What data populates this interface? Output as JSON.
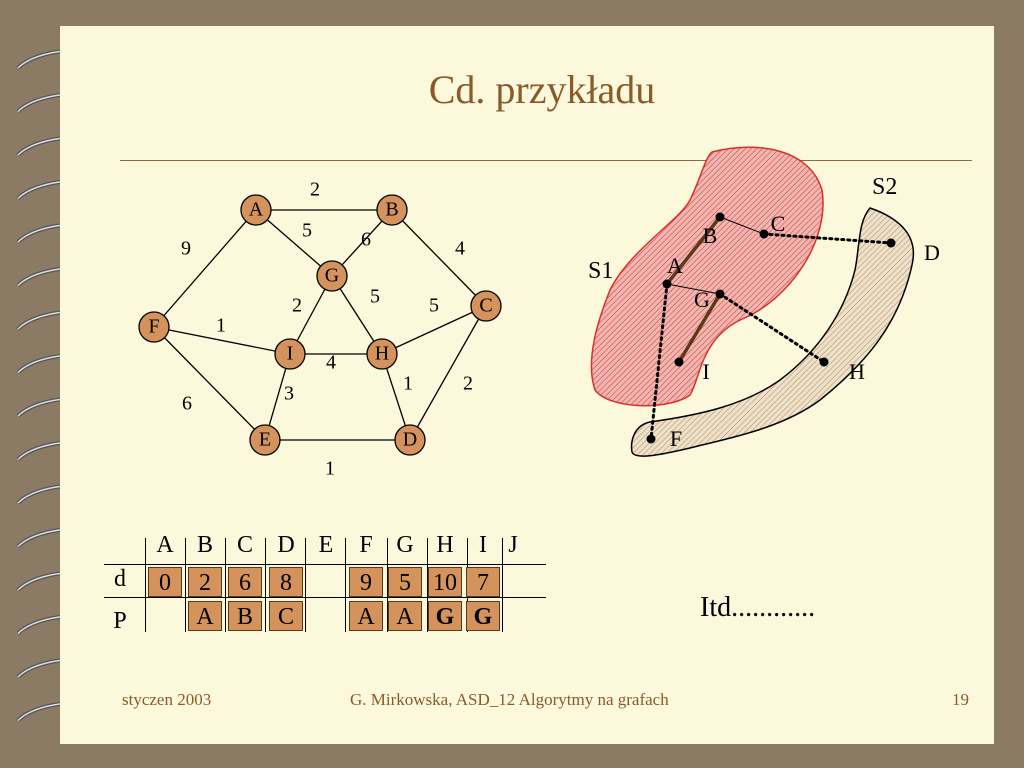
{
  "slide": {
    "title": "Cd. przykładu",
    "footer_left": "styczen 2003",
    "footer_center": "G. Mirkowska, ASD_12  Algorytmy  na grafach",
    "footer_right": "19",
    "etc_text": "Itd............"
  },
  "graph": {
    "nodes": [
      "A",
      "B",
      "C",
      "D",
      "E",
      "F",
      "G",
      "H",
      "I"
    ],
    "edges": [
      {
        "from": "A",
        "to": "B",
        "weight": "2"
      },
      {
        "from": "A",
        "to": "G",
        "weight": "5"
      },
      {
        "from": "B",
        "to": "G",
        "weight": "6"
      },
      {
        "from": "A",
        "to": "F",
        "weight": "9"
      },
      {
        "from": "B",
        "to": "C",
        "weight": "4"
      },
      {
        "from": "G",
        "to": "I",
        "weight": "2"
      },
      {
        "from": "G",
        "to": "H",
        "weight": "5"
      },
      {
        "from": "C",
        "to": "H",
        "weight": "5"
      },
      {
        "from": "F",
        "to": "I",
        "weight": "1"
      },
      {
        "from": "I",
        "to": "H",
        "weight": "4"
      },
      {
        "from": "F",
        "to": "E",
        "weight": "6"
      },
      {
        "from": "I",
        "to": "E",
        "weight": "3"
      },
      {
        "from": "H",
        "to": "D",
        "weight": "1"
      },
      {
        "from": "C",
        "to": "D",
        "weight": "2"
      },
      {
        "from": "E",
        "to": "D",
        "weight": "1"
      }
    ]
  },
  "sets": {
    "s1_label": "S1",
    "s2_label": "S2",
    "s1_nodes": [
      "A",
      "B",
      "C",
      "G",
      "I"
    ],
    "s2_nodes": [
      "D",
      "H",
      "F"
    ]
  },
  "table": {
    "columns": [
      "A",
      "B",
      "C",
      "D",
      "E",
      "F",
      "G",
      "H",
      "I",
      "J"
    ],
    "d_label": "d",
    "p_label": "P",
    "d_values": [
      "0",
      "2",
      "6",
      "8",
      "",
      "9",
      "5",
      "10",
      "7",
      ""
    ],
    "p_values": [
      "",
      "A",
      "B",
      "C",
      "",
      "A",
      "A",
      "G",
      "G",
      ""
    ],
    "p_bold": [
      false,
      false,
      false,
      false,
      false,
      false,
      false,
      true,
      true,
      false
    ]
  }
}
